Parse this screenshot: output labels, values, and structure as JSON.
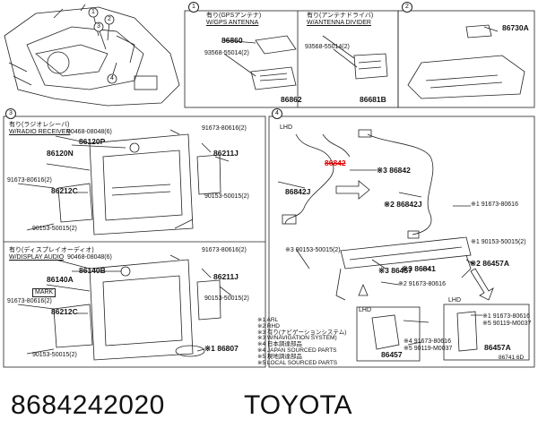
{
  "footer": {
    "part_number": "8684242020",
    "brand": "TOYOTA",
    "ref_code": "86741 6D"
  },
  "panels": {
    "p1": {
      "num": "1",
      "title_jp": "有り(GPSアンテナ)",
      "title_en": "W/GPS ANTENNA"
    },
    "p1b": {
      "title_jp": "有り(アンテナドライバ)",
      "title_en": "W/ANTENNA DIVIDER"
    },
    "p2": {
      "num": "2"
    },
    "p3": {
      "num": "3",
      "title_jp": "有り(ラジオレシーバ)",
      "title_en": "W/RADIO RECEIVER"
    },
    "p3b": {
      "title_jp": "有り(ディスプレイオーディオ)",
      "title_en": "W/DISPLAY AUDIO"
    },
    "p4": {
      "num": "4",
      "lhd": "LHD",
      "lhd2": "LHD",
      "lhd3": "LHD"
    }
  },
  "labels": {
    "l86860": "86860",
    "l93568a": "93568-55014(2)",
    "l93568b": "93568-55014(2)",
    "l86862": "86862",
    "l86681B": "86681B",
    "l86730A": "86730A",
    "l90468a": "90468-08048(6)",
    "l86120P": "86120P",
    "l86120N": "86120N",
    "l91673a": "91673-80616(2)",
    "l86211J": "86211J",
    "l91673b": "91673-80616(2)",
    "l86212C": "86212C",
    "l90153a": "90153-50015(2)",
    "l90153b": "90153-50015(2)",
    "l90468b": "90468-08048(6)",
    "l86140A": "86140A",
    "l86140B": "86140B",
    "l91673c": "91673-80616(2)",
    "l86211J2": "86211J",
    "lMARK": "MARK",
    "l91673d": "91673-80616(2)",
    "l86212C2": "86212C",
    "l90153c": "90153-50015(2)",
    "l90153d": "90153-50015(2)",
    "l86807": "※1 86807",
    "l86842red": "86842",
    "l86842": "※3 86842",
    "l86842J": "86842J",
    "l86842J2": "※2 86842J",
    "l91673e": "※1 91673-80616",
    "l90153e": "※1 90153-50015(2)",
    "l90153f": "※3 90153-50015(2)",
    "l86457": "※3 86457",
    "l86841": "※3 86841",
    "l86457A": "※2 86457A",
    "l91673f": "※2 91673-80616",
    "l91673g": "※1 91673-80616",
    "l90119a": "※5 90119-M0037",
    "l91673h": "※4 91673-80616",
    "l90119b": "※5 90119-M0037",
    "l86457b": "86457",
    "l86457Ab": "86457A"
  },
  "legend": [
    "※1 ARL",
    "※2 RHD",
    "※3 有り(ナビゲーションシステム)",
    "※3 W/NAVIGATION SYSTEM)",
    "※4 日本調達部品",
    "※4 JAPAN SOURCED PARTS",
    "※5 現地調達部品",
    "※5 LOCAL SOURCED PARTS"
  ],
  "callouts": [
    "1",
    "2",
    "3",
    "4"
  ]
}
